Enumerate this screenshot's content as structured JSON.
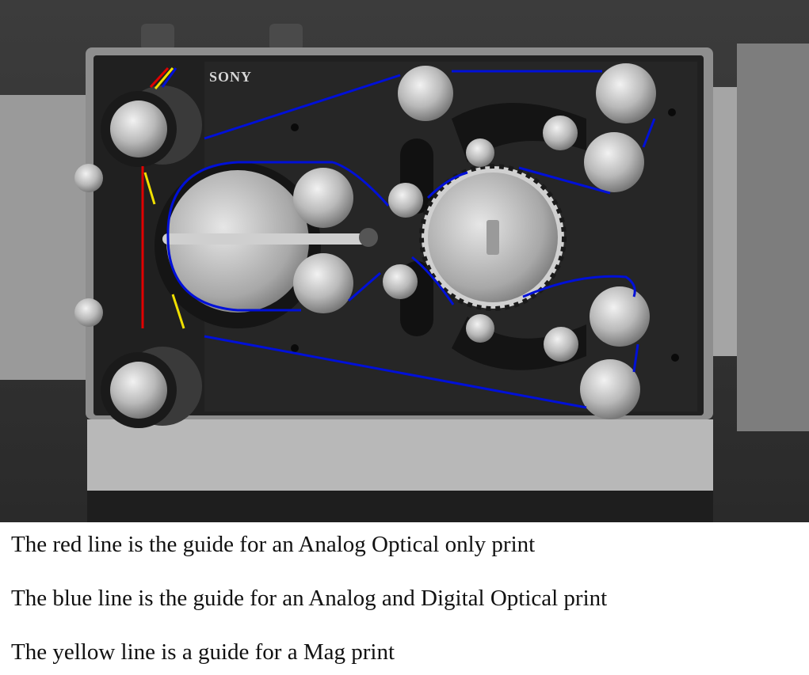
{
  "photo": {
    "brand_label": "SONY",
    "colors": {
      "red": "#e00000",
      "blue": "#0010d8",
      "yellow": "#f0e000"
    }
  },
  "captions": {
    "red": "The red line is the guide for an Analog Optical only print",
    "blue": "The blue line is the guide for an Analog and Digital Optical print",
    "yellow": "The yellow line is a guide for a Mag print"
  }
}
